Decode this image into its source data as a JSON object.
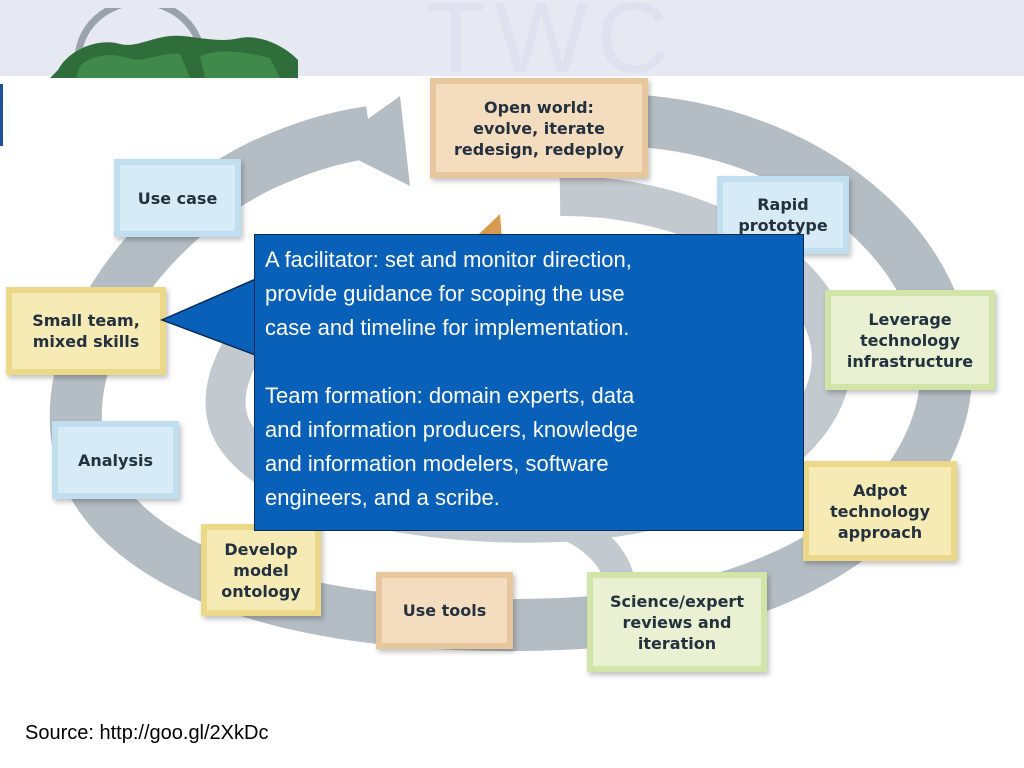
{
  "header": {
    "watermark_text": "TWC"
  },
  "colors": {
    "callout_fill": "#0860b8",
    "arrow_gray": "#b4bcc4",
    "header_band": "#e6e8f2"
  },
  "diagram": {
    "nodes": [
      {
        "id": "open-world",
        "label": "Open world:\nevolve, iterate\nredesign, redeploy"
      },
      {
        "id": "use-case",
        "label": "Use case"
      },
      {
        "id": "rapid-prototype",
        "label": "Rapid\nprototype"
      },
      {
        "id": "small-team",
        "label": "Small team,\nmixed skills"
      },
      {
        "id": "leverage",
        "label": "Leverage\ntechnology\ninfrastructure"
      },
      {
        "id": "analysis",
        "label": "Analysis"
      },
      {
        "id": "adpot",
        "label": "Adpot\ntechnology\napproach"
      },
      {
        "id": "develop",
        "label": "Develop\nmodel\nontology"
      },
      {
        "id": "use-tools",
        "label": "Use tools"
      },
      {
        "id": "science",
        "label": "Science/expert\nreviews and\niteration"
      }
    ]
  },
  "callout": {
    "paragraph_1": "A facilitator: set and monitor direction,\nprovide guidance for scoping the use\ncase and timeline for implementation.",
    "paragraph_2": "Team formation: domain experts, data\nand information producers, knowledge\nand information modelers, software\nengineers, and a scribe."
  },
  "footer": {
    "source": "Source: http://goo.gl/2XkDc"
  }
}
